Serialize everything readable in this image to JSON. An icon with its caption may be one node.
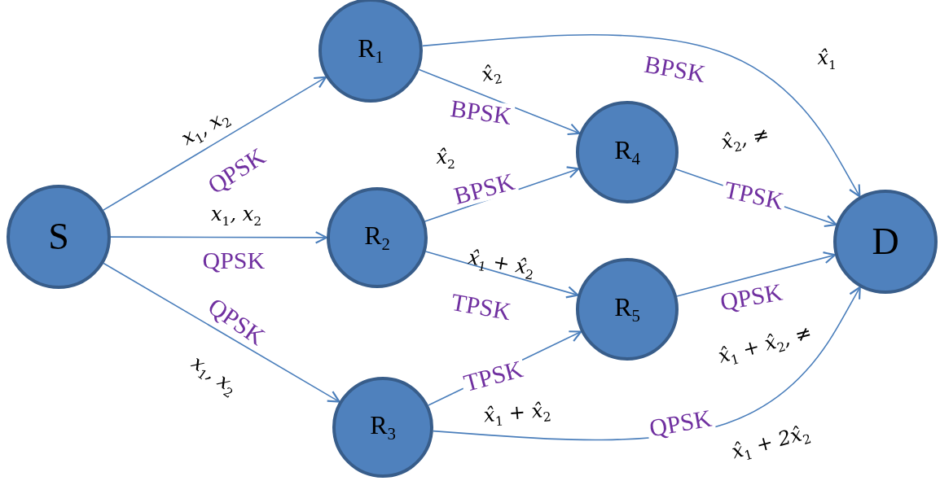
{
  "diagram": {
    "nodes": [
      {
        "text": [
          "S"
        ]
      },
      {
        "text": [
          "R$_{1}$"
        ]
      },
      {
        "text": [
          "R$_{2}$"
        ]
      },
      {
        "text": [
          "R$_{3}$"
        ]
      },
      {
        "text": [
          "R$_{4}$"
        ]
      },
      {
        "text": [
          "R$_{5}$"
        ]
      },
      {
        "text": [
          "D"
        ]
      }
    ],
    "edges": [
      {
        "from": 0,
        "to": 1,
        "arrow": "to",
        "label": "QPSK"
      },
      {
        "from": 0,
        "to": 2,
        "arrow": "to",
        "label": "QPSK"
      },
      {
        "from": 0,
        "to": 3,
        "arrow": "to",
        "label": "QPSK"
      },
      {
        "from": 1,
        "to": 6,
        "arrow": "to",
        "label": "BPSK"
      },
      {
        "from": 1,
        "to": 4,
        "arrow": "to",
        "label": "BPSK"
      },
      {
        "from": 2,
        "to": 4,
        "arrow": "to",
        "label": "BPSK"
      },
      {
        "from": 2,
        "to": 5,
        "arrow": "to",
        "label": "TPSK"
      },
      {
        "from": 3,
        "to": 5,
        "arrow": "to",
        "label": "TPSK"
      },
      {
        "from": 4,
        "to": 6,
        "arrow": "to",
        "label": "TPSK"
      },
      {
        "from": 5,
        "to": 6,
        "arrow": "to",
        "label": "QPSK"
      },
      {
        "from": 3,
        "to": 6,
        "arrow": "to",
        "label": "QPSK"
      }
    ],
    "labels": [
      "x̂$_{1}$",
      "x̂$_{2}$",
      "x$_{1}$, x$_{2}$",
      "x̂$_{2}$, ≠",
      "x̂$_{2}$",
      "x$_{1}$, x$_{2}$",
      "x̂$_{1}$ + x̂$_{2}$",
      "x̂$_{1}$ + x̂$_{2}$, ≠",
      "x$_{1}$, x$_{2}$",
      "x̂$_{1}$ + x̂$_{2}$",
      "x̂$_{1}$ + 2x̂$_{2}$"
    ]
  }
}
